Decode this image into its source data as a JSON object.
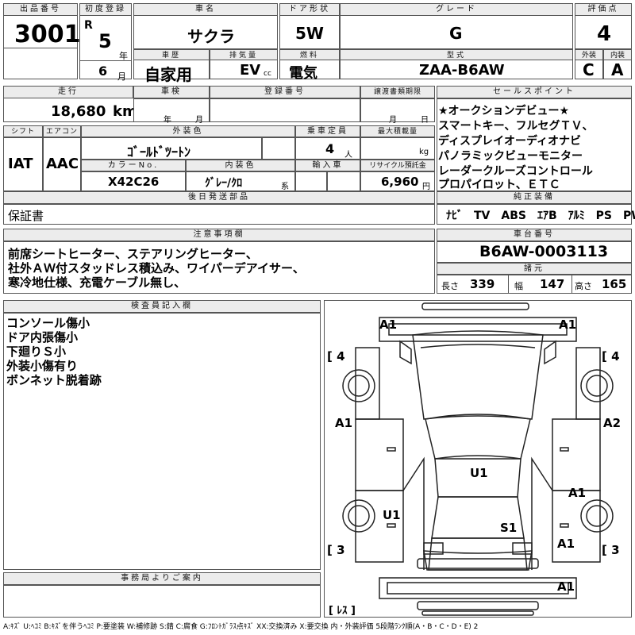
{
  "headers": {
    "lot": "出品番号",
    "first_reg": "初度登録",
    "car_name": "車名",
    "door": "ドア形状",
    "grade": "グレード",
    "score": "評価点",
    "history": "車歴",
    "displacement": "排気量",
    "fuel": "燃料",
    "model_code": "型式",
    "ext_score": "外装",
    "int_score": "内装",
    "mileage": "走行",
    "inspection": "車検",
    "reg_no": "登録番号",
    "transfer_docs": "譲渡書類期限",
    "sales_points": "セールスポイント",
    "shift": "シフト",
    "aircon": "エアコン",
    "exterior_color": "外装色",
    "capacity": "乗車定員",
    "max_load": "最大積載量",
    "color_no": "カラーNo.",
    "interior_color": "内装色",
    "import": "輸入車",
    "recycle": "リサイクル預託金",
    "later_parts": "後日発送部品",
    "standard_equip": "純正装備",
    "notes": "注意事項欄",
    "chassis": "車台番号",
    "specs": "諸元",
    "inspector": "検査員記入欄",
    "office": "事務局よりご案内"
  },
  "lot_number": "3001",
  "era": "R",
  "year_value": "5",
  "year_unit": "年",
  "month_value": "6",
  "month_unit": "月",
  "car_name": "サクラ",
  "door": "5W",
  "grade": "G",
  "score": "4",
  "history": "自家用",
  "displacement": "EV",
  "displacement_unit": "cc",
  "fuel": "電気",
  "model_code": "ZAA-B6AW",
  "ext_score": "C",
  "int_score": "A",
  "mileage": "18,680",
  "mileage_unit": "km",
  "inspection_year_unit": "年",
  "inspection_month_unit": "月",
  "transfer_month_unit": "月",
  "transfer_day_unit": "日",
  "shift": "IAT",
  "aircon": "AAC",
  "exterior_color": "ｺﾞｰﾙﾄﾞﾂｰﾄﾝ",
  "capacity": "4",
  "capacity_unit": "人",
  "load_unit": "kg",
  "color_no": "X42C26",
  "interior_color": "ｸﾞﾚｰ/ｸﾛ",
  "interior_suffix": "系",
  "recycle": "6,960",
  "recycle_unit": "円",
  "later_parts": "保証書",
  "sales_points": [
    "★オークションデビュー★",
    "スマートキー、フルセグＴＶ、",
    "ディスプレイオーディオナビ",
    "パノラミックビューモニター",
    "レーダークルーズコントロール",
    "プロパイロット、ＥＴＣ"
  ],
  "standard_equip": "ﾅﾋﾞ　TV　ABS　ｴｱB　ｱﾙﾐ　PS　PW",
  "notes": [
    "前席シートヒーター、ステアリングヒーター、",
    "社外ＡＷ付スタッドレス積込み、ワイパーデアイサー、",
    "寒冷地仕様、充電ケーブル無し、"
  ],
  "chassis": "B6AW-0003113",
  "spec_length_label": "長さ",
  "spec_length": "339",
  "spec_width_label": "幅",
  "spec_width": "147",
  "spec_height_label": "高さ",
  "spec_height": "165",
  "inspector_notes": [
    "コンソール傷小",
    "ドア内張傷小",
    "下廻りＳ小",
    "外装小傷有り",
    "ボンネット脱着跡"
  ],
  "damage_marks": {
    "front_left": "A1",
    "front_right": "A1",
    "tire_fl": "[ 4",
    "tire_fr": "[ 4",
    "left_fender": "A1",
    "right_fender": "A2",
    "roof": "U1",
    "left_rear_door": "U1",
    "right_rear_door": "A1",
    "trunk": "S1",
    "right_rear": "A1",
    "tire_rl": "[ 3",
    "tire_rr": "[ 3",
    "rear_bumper": "A1",
    "spare": "[ ﾚｽ ]"
  },
  "legend": "A:ｷｽﾞ  U:ﾍｺﾐ  B:ｷｽﾞを伴うﾍｺﾐ  P:要塗装  W:補修跡  S:錆  C:腐食  G:ﾌﾛﾝﾄｶﾞﾗｽ点ｷｽﾞ  XX:交換済み  X:要交換   内・外装評価  5段階ﾗﾝｸ順(A・B・C・D・E) 2",
  "colors": {
    "header_bg": "#ececec",
    "border": "#555555"
  }
}
